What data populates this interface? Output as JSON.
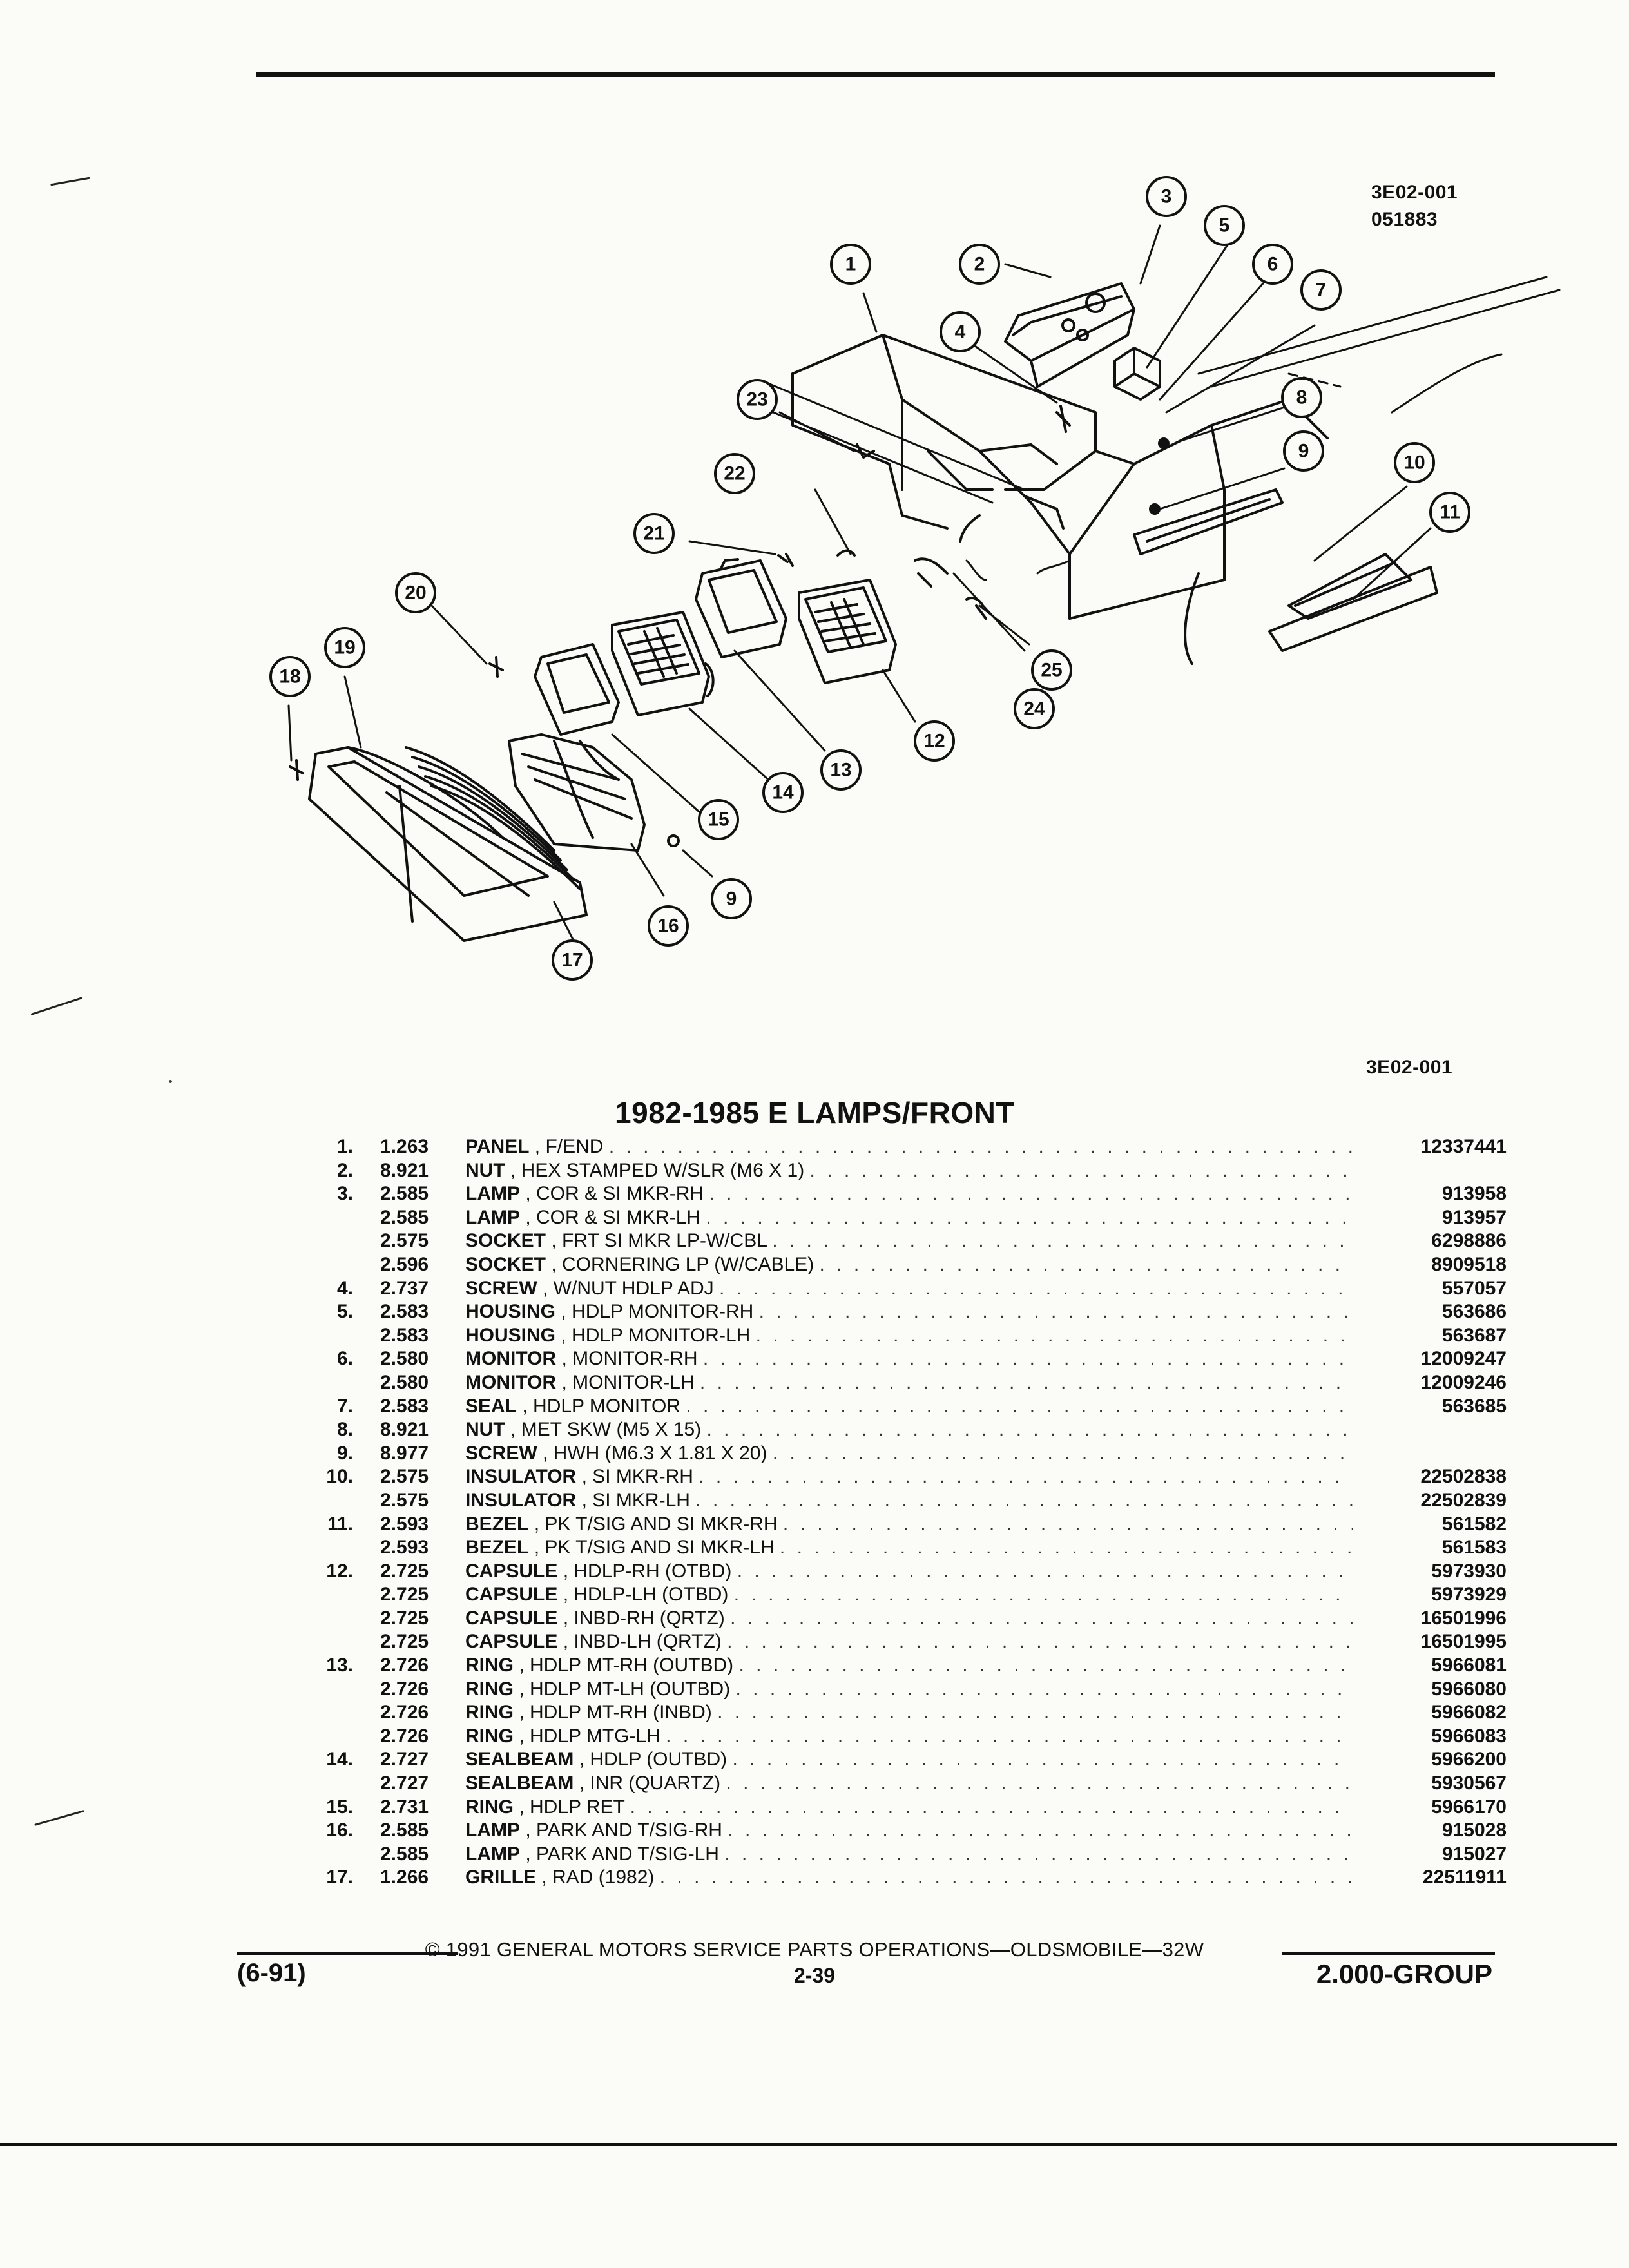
{
  "figure": {
    "id_top": "3E02-001",
    "date_code": "051883",
    "id_bottom": "3E02-001",
    "callouts": [
      "1",
      "2",
      "3",
      "4",
      "5",
      "6",
      "7",
      "8",
      "9",
      "10",
      "11",
      "12",
      "13",
      "14",
      "15",
      "16",
      "17",
      "18",
      "19",
      "20",
      "21",
      "22",
      "23",
      "24",
      "25",
      "9"
    ]
  },
  "section": {
    "title": "1982-1985 E LAMPS/FRONT"
  },
  "parts": [
    {
      "num": "1.",
      "cat": "1.263",
      "name": "PANEL",
      "desc": ", F/END",
      "part": "12337441"
    },
    {
      "num": "2.",
      "cat": "8.921",
      "name": "NUT",
      "desc": ", HEX STAMPED W/SLR (M6 X 1)",
      "part": ""
    },
    {
      "num": "3.",
      "cat": "2.585",
      "name": "LAMP",
      "desc": ", COR & SI MKR-RH",
      "part": "913958"
    },
    {
      "num": "",
      "cat": "2.585",
      "name": "LAMP",
      "desc": ", COR & SI MKR-LH",
      "part": "913957"
    },
    {
      "num": "",
      "cat": "2.575",
      "name": "SOCKET",
      "desc": ", FRT SI MKR LP-W/CBL",
      "part": "6298886"
    },
    {
      "num": "",
      "cat": "2.596",
      "name": "SOCKET",
      "desc": ", CORNERING LP (W/CABLE)",
      "part": "8909518"
    },
    {
      "num": "4.",
      "cat": "2.737",
      "name": "SCREW",
      "desc": ", W/NUT HDLP ADJ",
      "part": "557057"
    },
    {
      "num": "5.",
      "cat": "2.583",
      "name": "HOUSING",
      "desc": ", HDLP MONITOR-RH",
      "part": "563686"
    },
    {
      "num": "",
      "cat": "2.583",
      "name": "HOUSING",
      "desc": ", HDLP MONITOR-LH",
      "part": "563687"
    },
    {
      "num": "6.",
      "cat": "2.580",
      "name": "MONITOR",
      "desc": ", MONITOR-RH",
      "part": "12009247"
    },
    {
      "num": "",
      "cat": "2.580",
      "name": "MONITOR",
      "desc": ", MONITOR-LH",
      "part": "12009246"
    },
    {
      "num": "7.",
      "cat": "2.583",
      "name": "SEAL",
      "desc": ", HDLP MONITOR",
      "part": "563685"
    },
    {
      "num": "8.",
      "cat": "8.921",
      "name": "NUT",
      "desc": ", MET SKW (M5 X 15)",
      "part": ""
    },
    {
      "num": "9.",
      "cat": "8.977",
      "name": "SCREW",
      "desc": ", HWH (M6.3 X 1.81 X 20)",
      "part": ""
    },
    {
      "num": "10.",
      "cat": "2.575",
      "name": "INSULATOR",
      "desc": ", SI MKR-RH",
      "part": "22502838"
    },
    {
      "num": "",
      "cat": "2.575",
      "name": "INSULATOR",
      "desc": ", SI MKR-LH",
      "part": "22502839"
    },
    {
      "num": "11.",
      "cat": "2.593",
      "name": "BEZEL",
      "desc": ", PK T/SIG AND SI MKR-RH",
      "part": "561582"
    },
    {
      "num": "",
      "cat": "2.593",
      "name": "BEZEL",
      "desc": ", PK T/SIG AND SI MKR-LH",
      "part": "561583"
    },
    {
      "num": "12.",
      "cat": "2.725",
      "name": "CAPSULE",
      "desc": ", HDLP-RH (OTBD)",
      "part": "5973930"
    },
    {
      "num": "",
      "cat": "2.725",
      "name": "CAPSULE",
      "desc": ", HDLP-LH (OTBD)",
      "part": "5973929"
    },
    {
      "num": "",
      "cat": "2.725",
      "name": "CAPSULE",
      "desc": ", INBD-RH (QRTZ)",
      "part": "16501996"
    },
    {
      "num": "",
      "cat": "2.725",
      "name": "CAPSULE",
      "desc": ", INBD-LH (QRTZ)",
      "part": "16501995"
    },
    {
      "num": "13.",
      "cat": "2.726",
      "name": "RING",
      "desc": ", HDLP MT-RH (OUTBD)",
      "part": "5966081"
    },
    {
      "num": "",
      "cat": "2.726",
      "name": "RING",
      "desc": ", HDLP MT-LH (OUTBD)",
      "part": "5966080"
    },
    {
      "num": "",
      "cat": "2.726",
      "name": "RING",
      "desc": ", HDLP MT-RH (INBD)",
      "part": "5966082"
    },
    {
      "num": "",
      "cat": "2.726",
      "name": "RING",
      "desc": ", HDLP MTG-LH",
      "part": "5966083"
    },
    {
      "num": "14.",
      "cat": "2.727",
      "name": "SEALBEAM",
      "desc": ", HDLP (OUTBD)",
      "part": "5966200"
    },
    {
      "num": "",
      "cat": "2.727",
      "name": "SEALBEAM",
      "desc": ", INR (QUARTZ)",
      "part": "5930567"
    },
    {
      "num": "15.",
      "cat": "2.731",
      "name": "RING",
      "desc": ", HDLP RET",
      "part": "5966170"
    },
    {
      "num": "16.",
      "cat": "2.585",
      "name": "LAMP",
      "desc": ", PARK AND T/SIG-RH",
      "part": "915028"
    },
    {
      "num": "",
      "cat": "2.585",
      "name": "LAMP",
      "desc": ", PARK AND T/SIG-LH",
      "part": "915027"
    },
    {
      "num": "17.",
      "cat": "1.266",
      "name": "GRILLE",
      "desc": ", RAD (1982)",
      "part": "22511911"
    }
  ],
  "footer": {
    "left": "(6-91)",
    "copyright": "© 1991 GENERAL MOTORS SERVICE PARTS OPERATIONS—OLDSMOBILE—32W",
    "page": "2-39",
    "group": "2.000-GROUP"
  }
}
